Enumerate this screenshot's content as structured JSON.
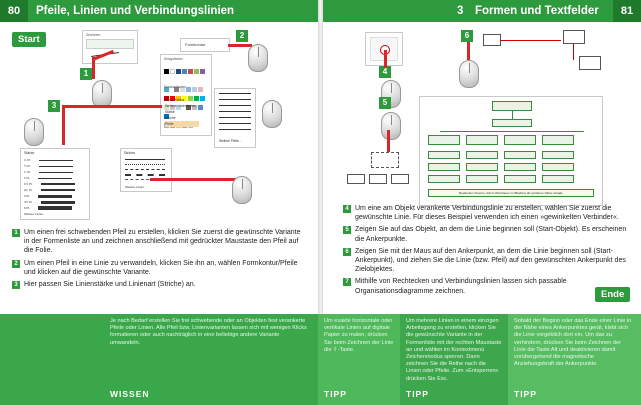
{
  "left_page": {
    "page_number": "80",
    "title": "Pfeile, Linien und Verbindungslinien",
    "start_label": "Start",
    "callouts": [
      "1",
      "2",
      "3"
    ],
    "shot_labels": {
      "ribbon_title": "Zeichnen",
      "ribbon_item": "Formkontur",
      "menu_title": "Designfarben",
      "menu_standard": "Standardfarben",
      "menu_items": [
        "Keine Kontur",
        "Weitere Linienfarben...",
        "Stärke",
        "Striche",
        "Pfeile"
      ],
      "weights_title": "Stärke",
      "weights_values": [
        "¼ Pt.",
        "½ Pt.",
        "¾ Pt.",
        "1 Pt.",
        "1½ Pt.",
        "2¼ Pt.",
        "3 Pt.",
        "4½ Pt.",
        "6 Pt."
      ],
      "weights_more": "Weitere Linien...",
      "dashes_title": "Striche",
      "dashes_more": "Weitere Linien...",
      "arrow_more": "Weitere Pfeile..."
    },
    "steps": [
      {
        "num": "1",
        "text": "Um einen frei schwebenden Pfeil zu erstellen, klicken Sie zuerst die gewünschte Variante in der Formenliste an und zeichnen anschließend mit gedrückter Maustaste den Pfeil auf die Folie."
      },
      {
        "num": "2",
        "text": "Um einen Pfeil in eine Linie zu verwandeln, klicken Sie ihn an, wählen Formkontur/Pfeile und klicken auf die gewünschte Variante."
      },
      {
        "num": "3",
        "text": "Hier passen Sie Linienstärke und Linienart (Striche) an."
      }
    ],
    "footer": {
      "text": "Je nach Bedarf erstellen Sie frei schwebende oder an Objekten fest verankerte Pfeile oder Linien. Alle Pfeil bzw. Linienvarianten lassen sich mit wenigen Klicks formatieren oder auch nachträglich in eine beliebige andere Variante umwandeln.",
      "label": "WISSEN"
    }
  },
  "right_page": {
    "chapter": "3",
    "page_number": "81",
    "title": "Formen und Textfelder",
    "end_label": "Ende",
    "callouts": [
      "4",
      "5",
      "6",
      "7"
    ],
    "org_chart_footer": "Bearbeitet: Powers, Achim Weinbauer im Blindtext die größeren Sätze schade",
    "steps": [
      {
        "num": "4",
        "text": "Um eine am Objekt verankerte Verbindungslinie zu erstellen, wählen Sie zuerst die gewünschte Linie. Für dieses Beispiel verwenden ich einen »gewinkelten Verbinder«."
      },
      {
        "num": "5",
        "text": "Zeigen Sie auf das Objekt, an dem die Linie beginnen soll (Start-Objekt). Es erscheinen die Ankerpunkte."
      },
      {
        "num": "6",
        "text": "Zeigen Sie mit der Maus auf den Ankerpunkt, an dem die Linie beginnen soll (Start-Ankerpunkt), und ziehen Sie die Linie (bzw. Pfeil) auf den gewünschten Ankerpunkt des Zielobjektes."
      },
      {
        "num": "7",
        "text": "Mithilfe von Rechtecken und Verbindungslinien lassen sich passable Organisationsdiagramme zeichnen."
      }
    ],
    "tips": [
      {
        "text": "Um exakte horizontale oder vertikale Linien auf digitale Papier zu malen, drücken Sie beim Zeichnen der Linie die ⇧-Taste.",
        "label": "TIPP"
      },
      {
        "text": "Um mehrere Linien in einem einzigen Arbeitsgang zu erstellen, klicken Sie die gewünschte Variante in der Formenliste mit der rechten Maustaste an und wählen im Kontextmenü Zeichenmodus sperren. Dann zeichnen Sie die Reihe nach die Linien oder Pfeile. Zum »Entsperren« drücken Sie Esc.",
        "label": "TIPP"
      },
      {
        "text": "Sobald der Beginn oder das Ende einer Linie in der Nähe eines Ankerpunktes gerät, klebt sich die Linie vorgeblich dort ein. Um das zu verhindern, drücken Sie beim Zeichnen der Linie die Taste Alt und deaktivieren damit vorübergehend die magnetische Anziehungskraft der Ankerpunkte.",
        "label": "TIPP"
      }
    ]
  }
}
